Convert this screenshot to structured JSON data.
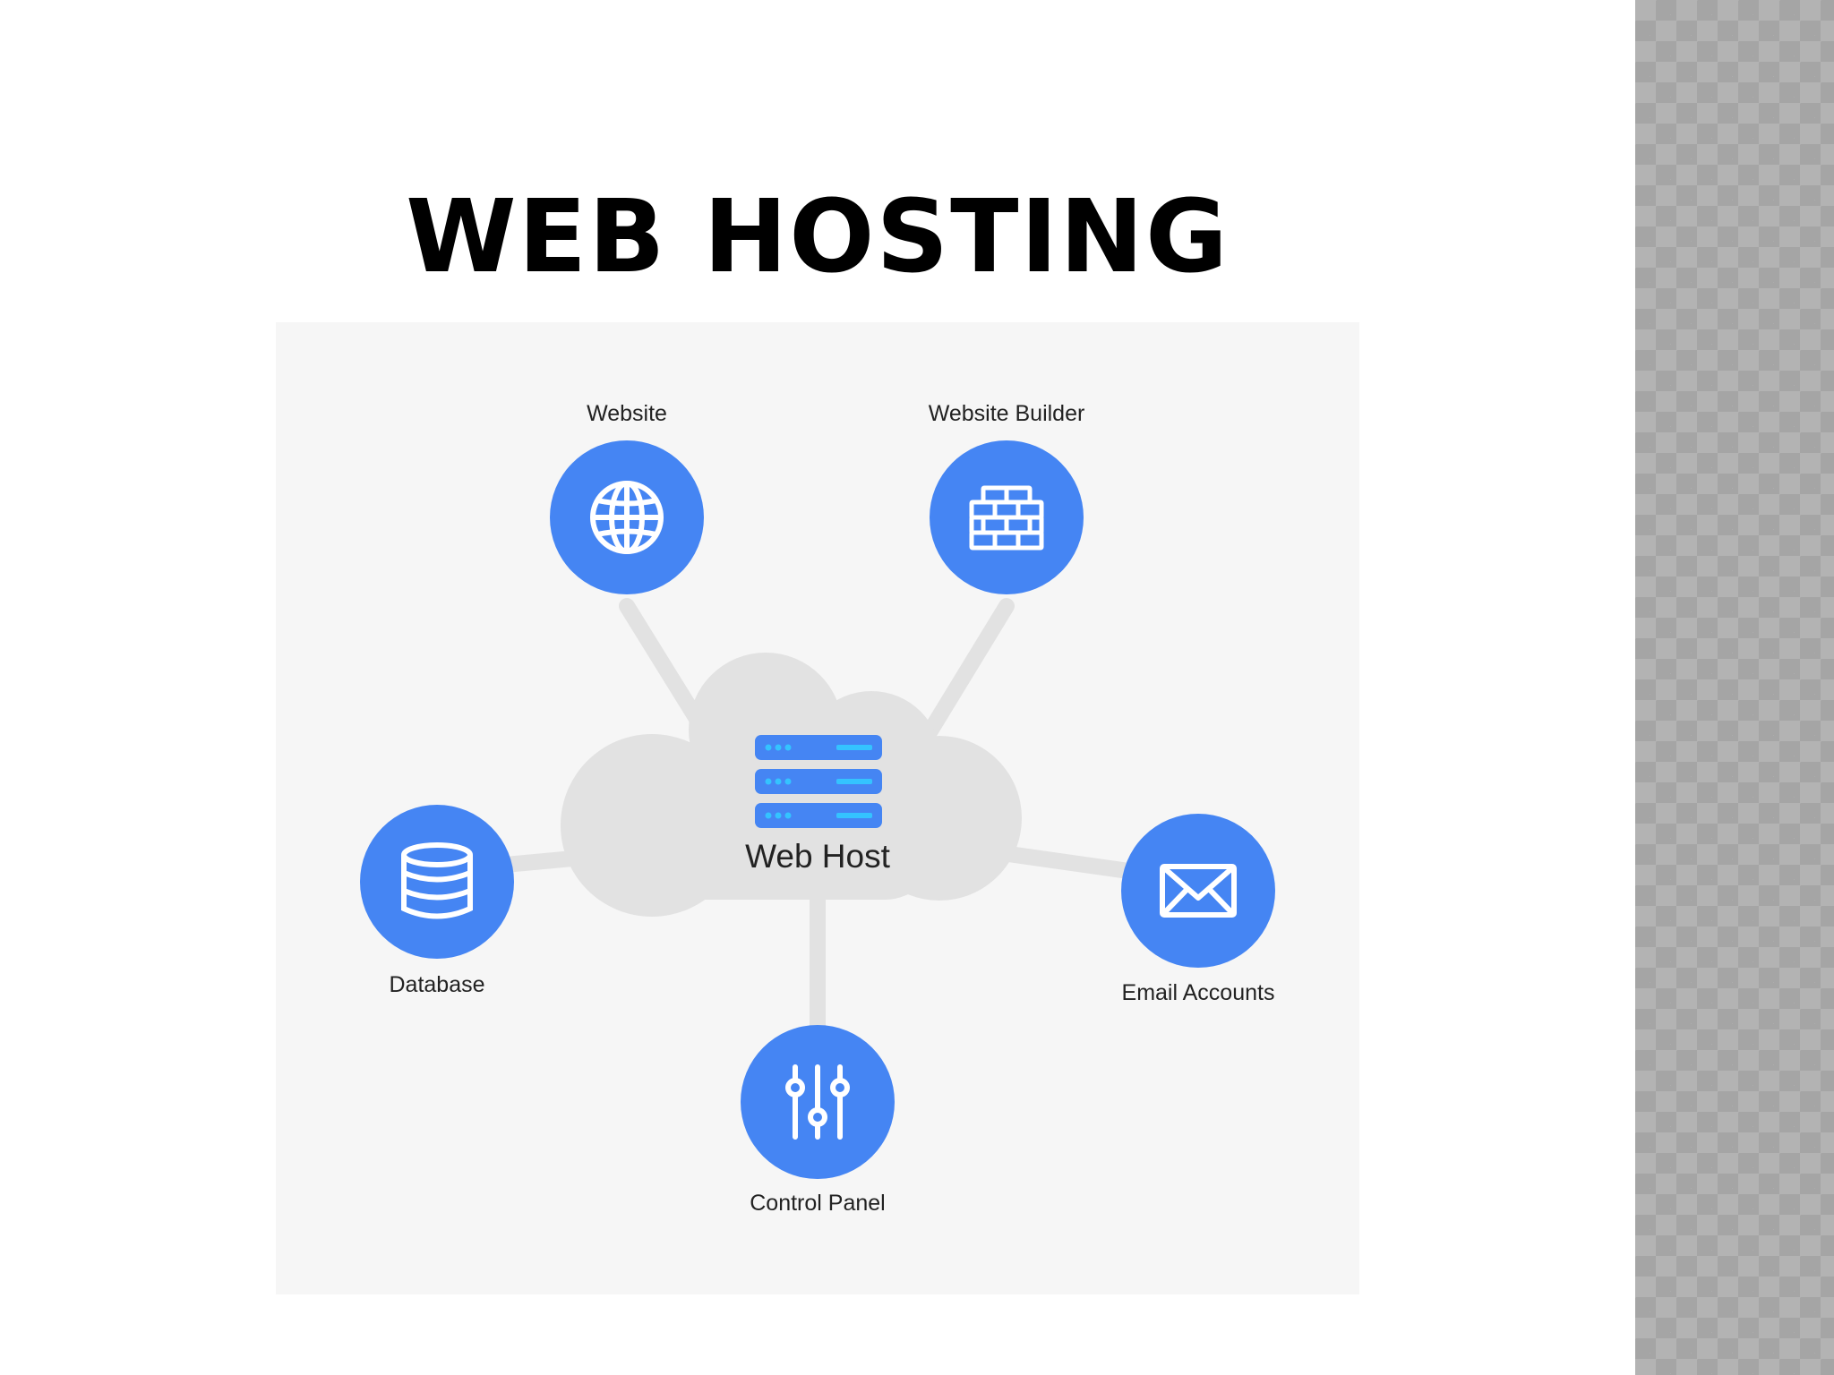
{
  "slide": {
    "title": "WEB HOSTING"
  },
  "diagram": {
    "center": {
      "label": "Web Host",
      "icon": "server-stack-icon"
    },
    "nodes": [
      {
        "id": "website",
        "label": "Website",
        "icon": "globe-icon"
      },
      {
        "id": "website-builder",
        "label": "Website Builder",
        "icon": "brick-wall-icon"
      },
      {
        "id": "database",
        "label": "Database",
        "icon": "database-icon"
      },
      {
        "id": "email-accounts",
        "label": "Email Accounts",
        "icon": "envelope-icon"
      },
      {
        "id": "control-panel",
        "label": "Control Panel",
        "icon": "sliders-icon"
      }
    ],
    "colors": {
      "node": "#4585f3",
      "connector": "#e2e2e2",
      "cloud": "#e2e2e2",
      "server_accent": "#34c3ff",
      "background": "#f6f6f6"
    }
  }
}
